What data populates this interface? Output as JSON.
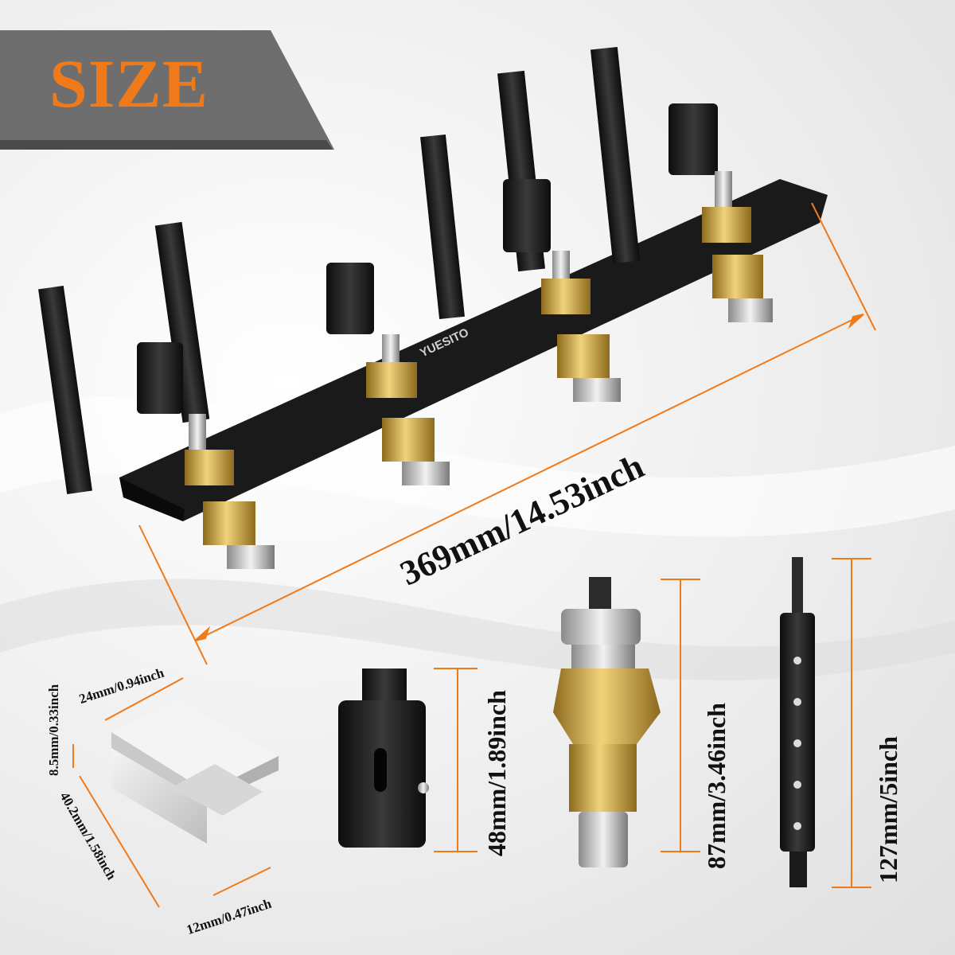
{
  "banner": {
    "title": "SIZE"
  },
  "product": {
    "brand": "YUESITO"
  },
  "dimensions": {
    "bar_length": "369mm/14.53inch",
    "block_width": "24mm/0.94inch",
    "block_thickness": "8.5mm/0.33inch",
    "block_length": "40.2mm/1.58inch",
    "slot_width": "12mm/0.47inch",
    "adapter_height": "48mm/1.89inch",
    "valve_height": "87mm/3.46inch",
    "rod_height": "127mm/5inch"
  },
  "colors": {
    "accent": "#f07a1a",
    "banner_gray": "#6e6e6e",
    "tool_black": "#1c1c1c",
    "brass": "#c9a43c",
    "dimension_line": "#f07a1a"
  }
}
